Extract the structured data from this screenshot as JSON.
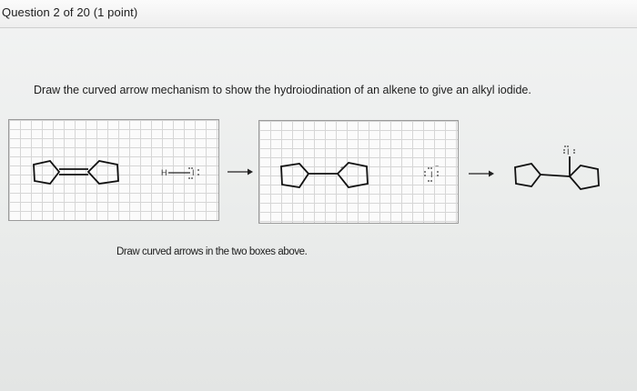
{
  "header": {
    "question_counter": "Question 2 of 20 (1 point)"
  },
  "question": {
    "prompt": "Draw the curved arrow mechanism to show the hydroiodination of an alkene to give an alkyl iodide.",
    "instruction": "Draw curved arrows in the two boxes above."
  },
  "reagent": {
    "hydrogen": "H",
    "iodine": "I"
  },
  "intermediate": {
    "iodide_ion": "I"
  },
  "product": {
    "iodine": "I"
  },
  "icons": {
    "alkene": "cyclopentylidene-cyclopentane-structure",
    "carbocation": "cyclopentyl-cyclopentyl-cation-structure",
    "product": "iodo-cyclopentyl-cyclopentane-structure",
    "reaction_arrow": "right-arrow"
  },
  "colors": {
    "grid_line": "#d6d6d6",
    "box_border": "#9a9a9a",
    "ink": "#111111"
  }
}
